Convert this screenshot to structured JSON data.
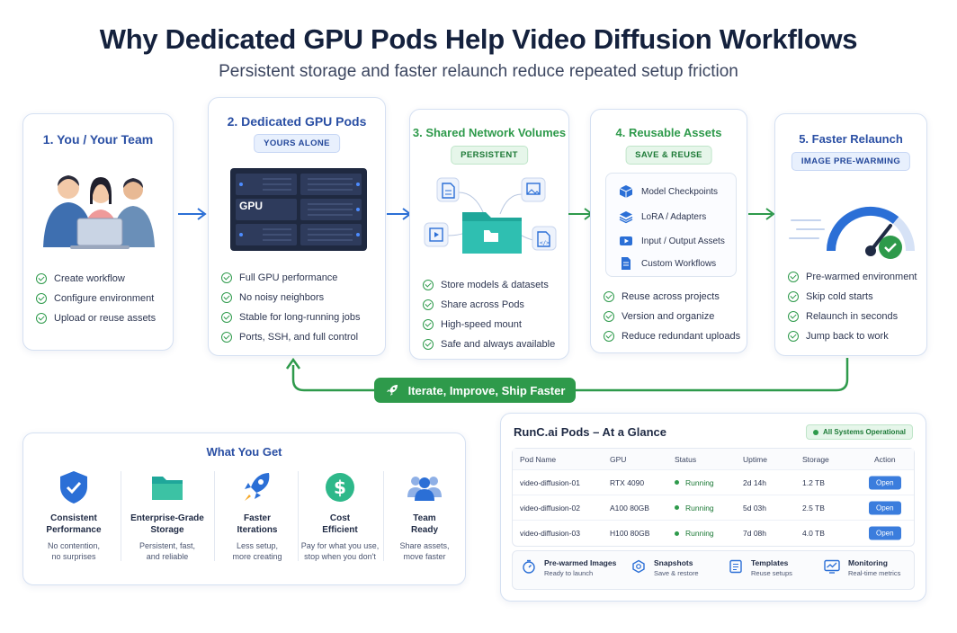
{
  "header": {
    "title": "Why Dedicated GPU Pods Help Video Diffusion Workflows",
    "subtitle": "Persistent storage and faster relaunch reduce repeated setup friction"
  },
  "steps": [
    {
      "title": "1. You / Your Team",
      "items": [
        "Create workflow",
        "Configure environment",
        "Upload or reuse assets"
      ]
    },
    {
      "title": "2. Dedicated GPU Pods",
      "badge": "YOURS ALONE",
      "server_label": "GPU",
      "items": [
        "Full GPU performance",
        "No noisy neighbors",
        "Stable for long-running jobs",
        "Ports, SSH, and full control"
      ]
    },
    {
      "title": "3. Shared Network Volumes",
      "badge": "PERSISTENT",
      "items": [
        "Store models & datasets",
        "Share across Pods",
        "High-speed mount",
        "Safe and always available"
      ]
    },
    {
      "title": "4. Reusable Assets",
      "badge": "SAVE & REUSE",
      "assets": [
        "Model Checkpoints",
        "LoRA / Adapters",
        "Input / Output Assets",
        "Custom Workflows"
      ],
      "items": [
        "Reuse across projects",
        "Version and organize",
        "Reduce redundant uploads"
      ]
    },
    {
      "title": "5. Faster Relaunch",
      "badge": "IMAGE PRE-WARMING",
      "items": [
        "Pre-warmed environment",
        "Skip cold starts",
        "Relaunch in seconds",
        "Jump back to work"
      ]
    }
  ],
  "loop": {
    "label": "Iterate, Improve, Ship Faster"
  },
  "what_you_get": {
    "title": "What You Get",
    "items": [
      {
        "h1": "Consistent",
        "h2": "Performance",
        "d1": "No contention,",
        "d2": "no surprises"
      },
      {
        "h1": "Enterprise-Grade",
        "h2": "Storage",
        "d1": "Persistent, fast,",
        "d2": "and reliable"
      },
      {
        "h1": "Faster",
        "h2": "Iterations",
        "d1": "Less setup,",
        "d2": "more creating"
      },
      {
        "h1": "Cost",
        "h2": "Efficient",
        "d1": "Pay for what you use,",
        "d2": "stop when you don't"
      },
      {
        "h1": "Team",
        "h2": "Ready",
        "d1": "Share assets,",
        "d2": "move faster"
      }
    ]
  },
  "pods": {
    "title": "RunC.ai Pods – At a Glance",
    "status_badge": "All Systems Operational",
    "columns": [
      "Pod Name",
      "GPU",
      "Status",
      "Uptime",
      "Storage",
      "Action"
    ],
    "rows": [
      {
        "name": "video-diffusion-01",
        "gpu": "RTX 4090",
        "status": "Running",
        "uptime": "2d 14h",
        "storage": "1.2 TB",
        "action": "Open"
      },
      {
        "name": "video-diffusion-02",
        "gpu": "A100 80GB",
        "status": "Running",
        "uptime": "5d 03h",
        "storage": "2.5 TB",
        "action": "Open"
      },
      {
        "name": "video-diffusion-03",
        "gpu": "H100 80GB",
        "status": "Running",
        "uptime": "7d 08h",
        "storage": "4.0 TB",
        "action": "Open"
      }
    ],
    "features": [
      {
        "t": "Pre-warmed Images",
        "s": "Ready to launch"
      },
      {
        "t": "Snapshots",
        "s": "Save & restore"
      },
      {
        "t": "Templates",
        "s": "Reuse setups"
      },
      {
        "t": "Monitoring",
        "s": "Real-time metrics"
      }
    ]
  },
  "colors": {
    "navy": "#14213d",
    "blue": "#2a4fa4",
    "green": "#2e9a4b",
    "accent_blue": "#3b7ddd"
  }
}
